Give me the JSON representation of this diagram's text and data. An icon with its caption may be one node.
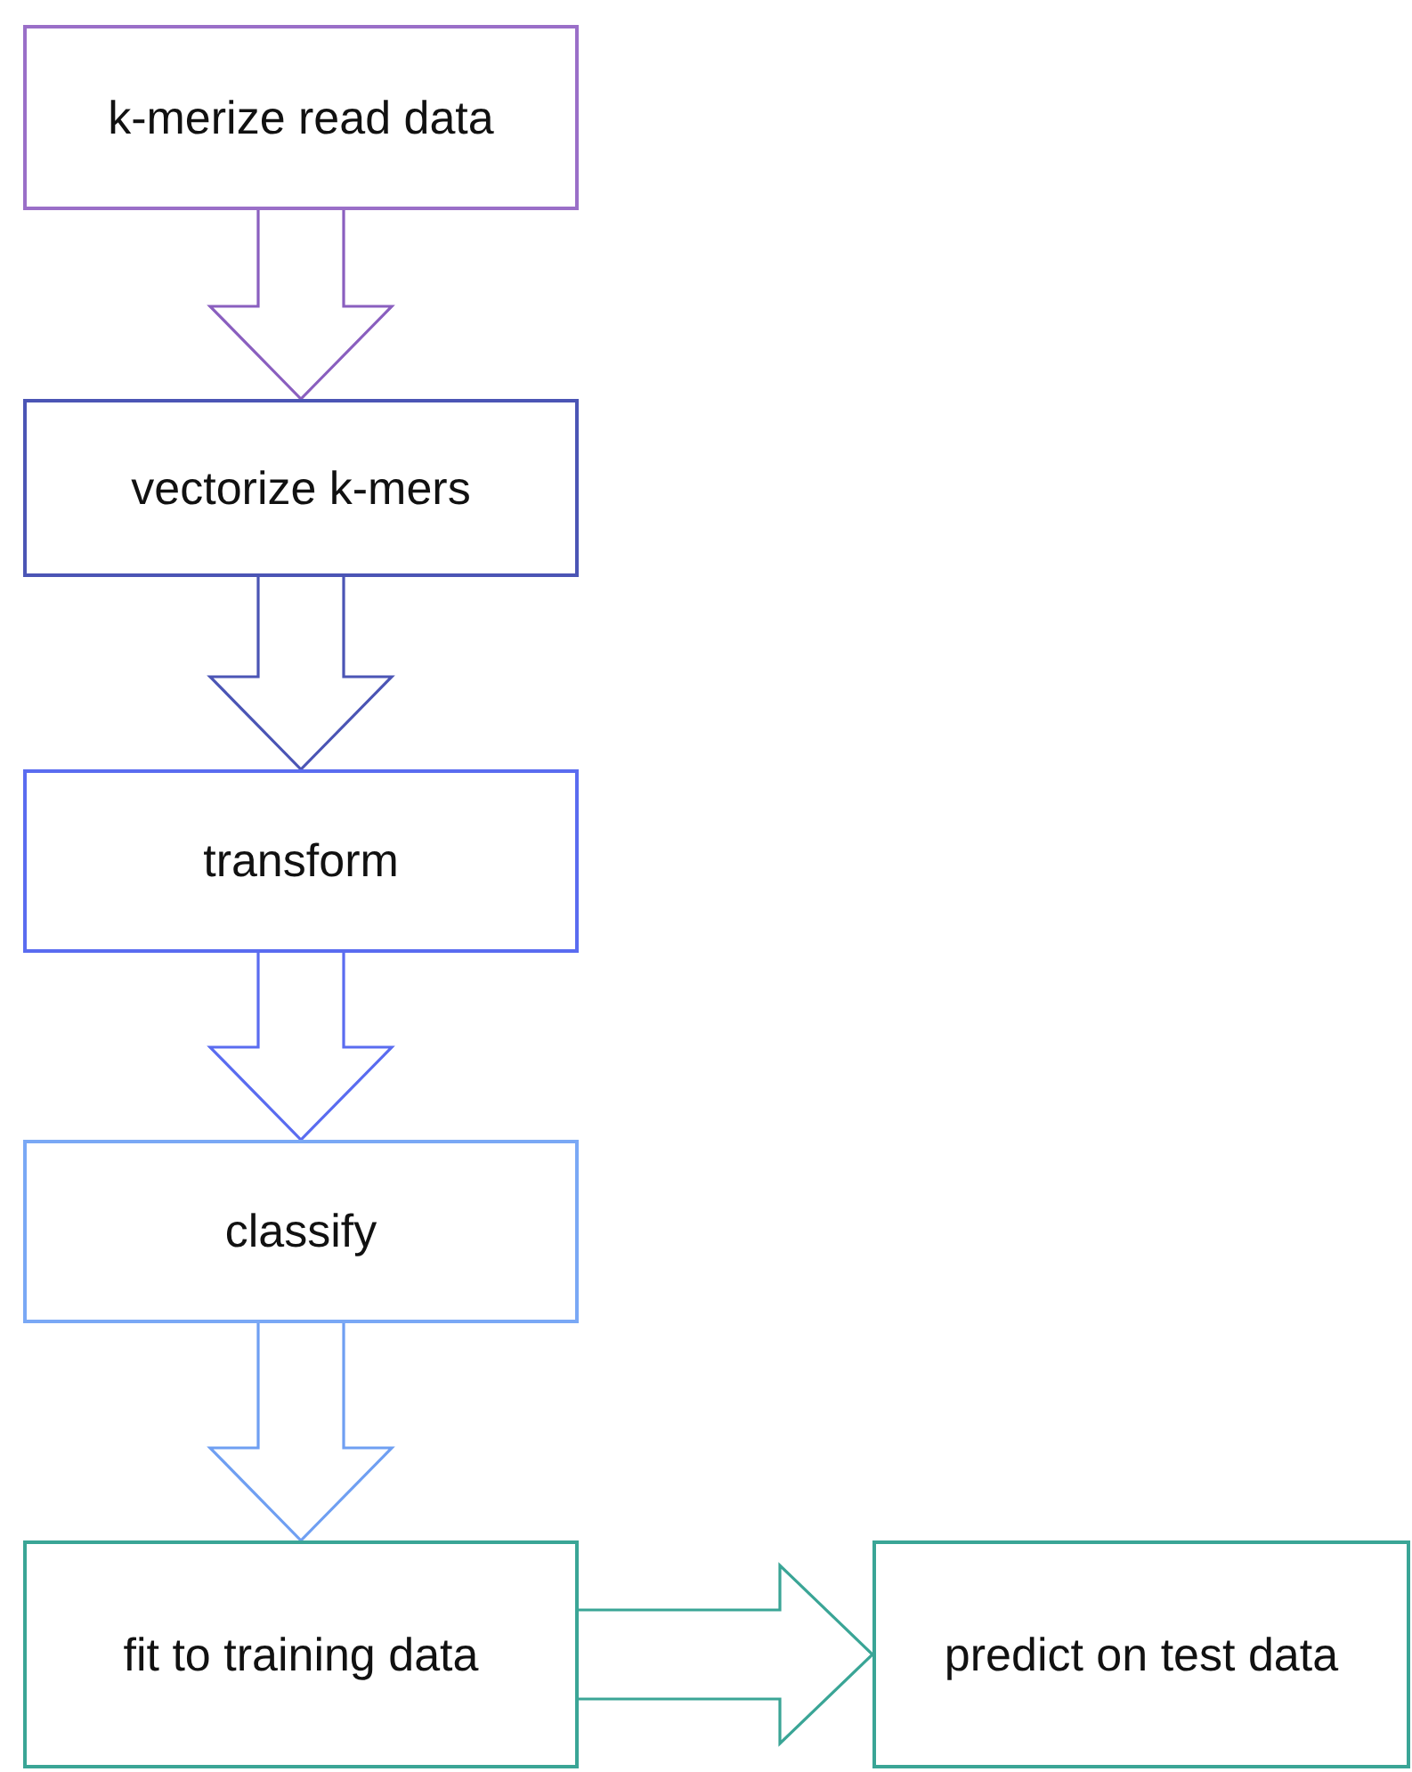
{
  "diagram": {
    "nodes": [
      {
        "text": [
          "k-merize read data"
        ]
      },
      {
        "text": [
          "vectorize k-mers"
        ]
      },
      {
        "text": [
          "transform"
        ]
      },
      {
        "text": [
          "classify"
        ]
      },
      {
        "text": [
          "fit to training data"
        ]
      },
      {
        "text": [
          "predict on test data"
        ]
      }
    ],
    "edges": [
      {
        "from": 0,
        "to": 1,
        "arrow": "to",
        "color": "#8a5fbf"
      },
      {
        "from": 1,
        "to": 2,
        "arrow": "to",
        "color": "#4b55b5"
      },
      {
        "from": 2,
        "to": 3,
        "arrow": "to",
        "color": "#5a6cf0"
      },
      {
        "from": 3,
        "to": 4,
        "arrow": "to",
        "color": "#6f9ff2"
      },
      {
        "from": 4,
        "to": 5,
        "arrow": "to",
        "color": "#3aa596"
      }
    ]
  }
}
